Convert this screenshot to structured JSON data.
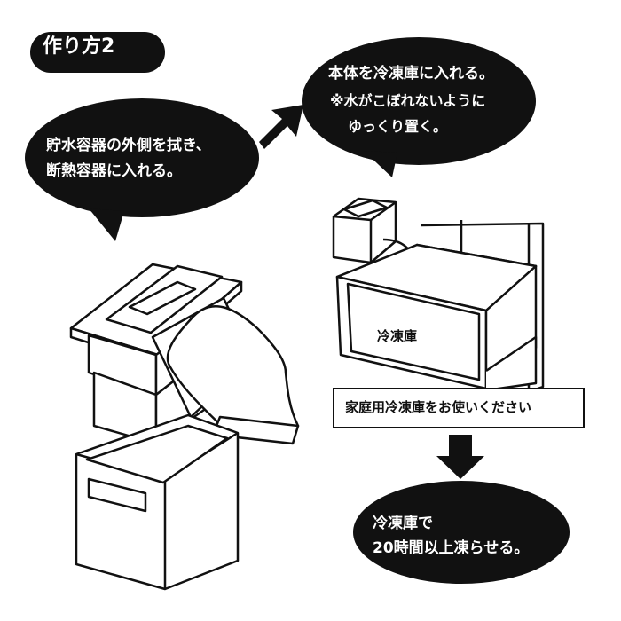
{
  "step": {
    "title": "作り方2"
  },
  "bubble_wipe": {
    "lines": [
      "貯水容器の外側を拭き、",
      "断熱容器に入れる。"
    ]
  },
  "bubble_freezer_put": {
    "lines": [
      "本体を冷凍庫に入れる。",
      "※水がこぼれないように",
      "ゆっくり置く。"
    ]
  },
  "freezer": {
    "label": "冷凍庫",
    "notice": "家庭用冷凍庫をお使いください"
  },
  "bubble_freeze": {
    "lines": [
      "冷凍庫で",
      "20時間以上凍らせる。"
    ]
  },
  "colors": {
    "ink": "#111111",
    "paper": "#ffffff"
  }
}
